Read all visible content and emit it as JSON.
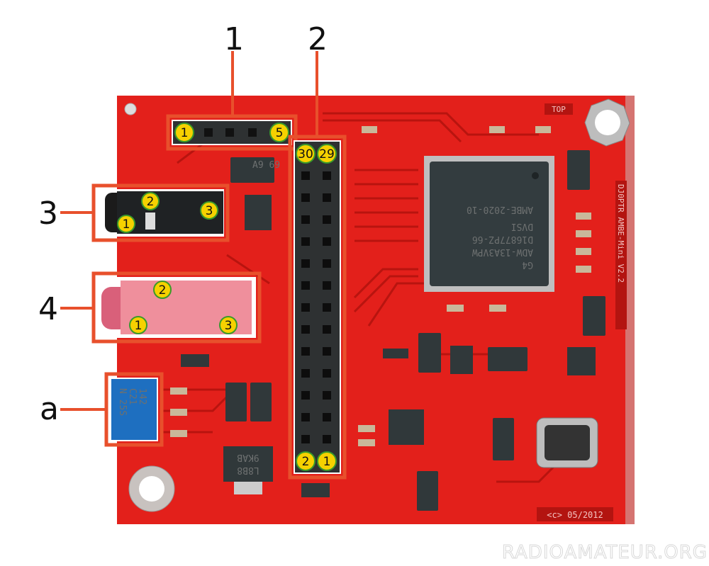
{
  "callouts": [
    {
      "id": "1",
      "label": "1",
      "pins": [
        "1",
        "5"
      ]
    },
    {
      "id": "2",
      "label": "2",
      "pins": [
        "30",
        "29",
        "2",
        "1"
      ]
    },
    {
      "id": "3",
      "label": "3",
      "pins": [
        "1",
        "2",
        "3"
      ]
    },
    {
      "id": "4",
      "label": "4",
      "pins": [
        "1",
        "2",
        "3"
      ]
    },
    {
      "id": "a",
      "label": "a"
    }
  ],
  "board": {
    "top_marking": "TOP",
    "side_marking": "DJ0PTR  AMBE-Mini  V2.2",
    "copyright": "<c> 05/2012",
    "chip_lines": [
      "G4",
      "ADW-13A3VPW",
      "D16877PZ-66",
      "DVSI",
      "AMBE-2020-10"
    ],
    "regulator_lines": [
      "L8B8",
      "9KAB"
    ],
    "pot_lines": [
      "142",
      "C21",
      "N 25S"
    ],
    "inductor_label": "A9 69"
  },
  "watermark": "RADIOAMATEUR.ORG",
  "colors": {
    "board": "#e3201b",
    "callout": "#e8502c",
    "pin_fill": "#f6d100",
    "pin_ring": "#3a9a2a"
  }
}
